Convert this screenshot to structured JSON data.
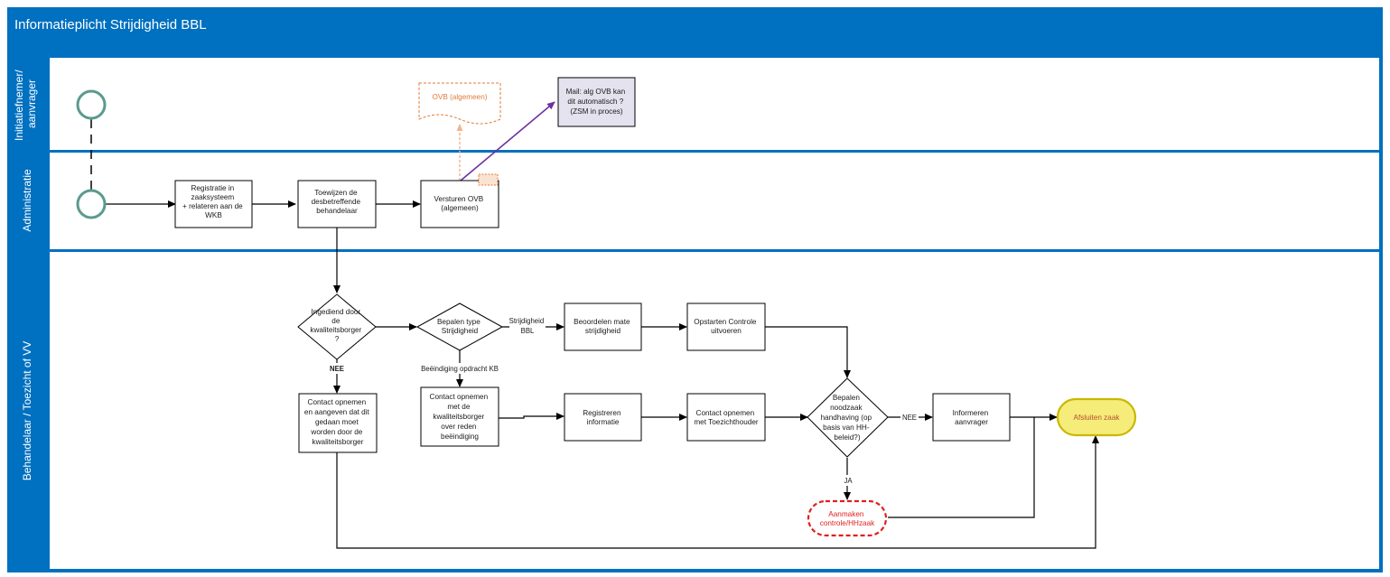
{
  "title": "Informatieplicht Strijdigheid BBL",
  "colors": {
    "pool": "#0070C0",
    "note": "#E07A3A",
    "highlight": "#F5EC7A",
    "highlightBorder": "#C9B800",
    "redDash": "#E02020",
    "startStroke": "#5A9A8E",
    "purple": "#7030A0"
  },
  "lanes": [
    {
      "id": "lane1",
      "lines": [
        "Initiatiefnemer/",
        "aanvrager"
      ]
    },
    {
      "id": "lane2",
      "lines": [
        "Administratie"
      ]
    },
    {
      "id": "lane3",
      "lines": [
        "Behandelaar / Toezicht of VV"
      ]
    }
  ],
  "nodes": {
    "registratie": [
      "Registratie in",
      "zaaksysteem",
      "+ relateren aan de",
      "WKB"
    ],
    "toewijzen": [
      "Toewijzen de",
      "desbetreffende",
      "behandelaar"
    ],
    "versturen": [
      "Versturen OVB",
      "(algemeen)"
    ],
    "ovbDoc": [
      "OVB (algemeen)"
    ],
    "mail": [
      "Mail: alg OVB kan",
      "dit automatisch ?",
      "(ZSM in proces)"
    ],
    "ingediend": [
      "Ingediend door",
      "de",
      "kwaliteitsborger",
      "?"
    ],
    "bepalenType": [
      "Bepalen type",
      "Strijdigheid"
    ],
    "beoordelen": [
      "Beoordelen mate",
      "strijdigheid"
    ],
    "opstarten": [
      "Opstarten Controle",
      "uitvoeren"
    ],
    "contactKB": [
      "Contact opnemen",
      "en aangeven dat dit",
      "gedaan moet",
      "worden door de",
      "kwaliteitsborger"
    ],
    "contactReden": [
      "Contact opnemen",
      "met de",
      "kwaliteitsborger",
      "over reden",
      "beëindiging"
    ],
    "registreren": [
      "Registreren",
      "informatie"
    ],
    "contactToezicht": [
      "Contact opnemen",
      "met Toezichthouder"
    ],
    "bepalenNoodzaak": [
      "Bepalen",
      "noodzaak",
      "handhaving (op",
      "basis van HH-",
      "beleid?)"
    ],
    "informeren": [
      "Informeren",
      "aanvrager"
    ],
    "afsluiten": [
      "Afsluiten zaak"
    ],
    "aanmaken": [
      "Aanmaken",
      "controle/HHzaak"
    ]
  },
  "edgeLabels": {
    "strijdigheidBBL": [
      "Strijdigheid",
      "BBL"
    ],
    "beeindiging": "Beëindiging opdracht KB",
    "nee1": "NEE",
    "nee2": "NEE",
    "ja": "JA"
  }
}
